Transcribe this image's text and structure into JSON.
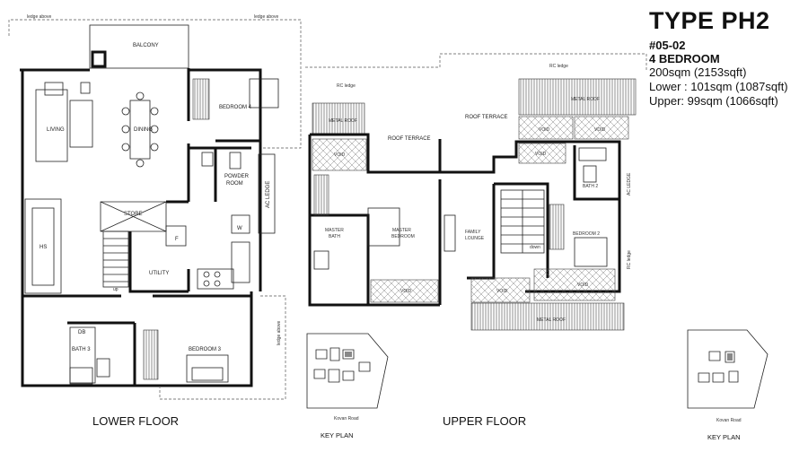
{
  "header": {
    "type": "TYPE PH2",
    "unit": "#05-02",
    "bedrooms": "4 BEDROOM",
    "area_total": "200sqm (2153sqft)",
    "area_lower": "Lower : 101sqm (1087sqft)",
    "area_upper": "Upper: 99sqm (1066sqft)"
  },
  "lower_floor": {
    "caption": "LOWER FLOOR",
    "ledge_above_1": "ledge above",
    "ledge_above_2": "ledge above",
    "ledge_above_3": "ledge above",
    "balcony": "BALCONY",
    "living": "LIVING",
    "dining": "DINING",
    "bedroom4": "BEDROOM 4",
    "powder_room_1": "POWDER",
    "powder_room_2": "ROOM",
    "ac_ledge": "AC LEDGE",
    "store": "STORE",
    "hs": "HS",
    "f": "F",
    "w": "W",
    "utility": "UTILITY",
    "up": "up",
    "db": "DB",
    "bath3": "BATH 3",
    "bedroom3": "BEDROOM 3"
  },
  "upper_floor": {
    "caption": "UPPER FLOOR",
    "rc_ledge_1": "RC ledge",
    "rc_ledge_2": "RC ledge",
    "rc_ledge_3": "RC ledge",
    "metal_roof_1": "METAL ROOF",
    "metal_roof_2": "METAL ROOF",
    "metal_roof_3": "METAL ROOF",
    "roof_terrace_1": "ROOF TERRACE",
    "roof_terrace_2": "ROOF TERRACE",
    "void_1": "VOID",
    "void_2": "VOID",
    "void_3": "VOID",
    "void_4": "VOID",
    "void_5": "VOID",
    "void_6": "VOID",
    "void_7": "VOID",
    "master_bath_1": "MASTER",
    "master_bath_2": "BATH",
    "master_bedroom_1": "MASTER",
    "master_bedroom_2": "BEDROOM",
    "family_lounge_1": "FAMILY",
    "family_lounge_2": "LOUNGE",
    "bath2": "BATH 2",
    "ac_ledge": "AC LEDGE",
    "bedroom2": "BEDROOM 2",
    "down": "down"
  },
  "key_plan_1": {
    "caption": "KEY PLAN",
    "road": "Kovan Road"
  },
  "key_plan_2": {
    "caption": "KEY PLAN",
    "road": "Kovan Road"
  }
}
